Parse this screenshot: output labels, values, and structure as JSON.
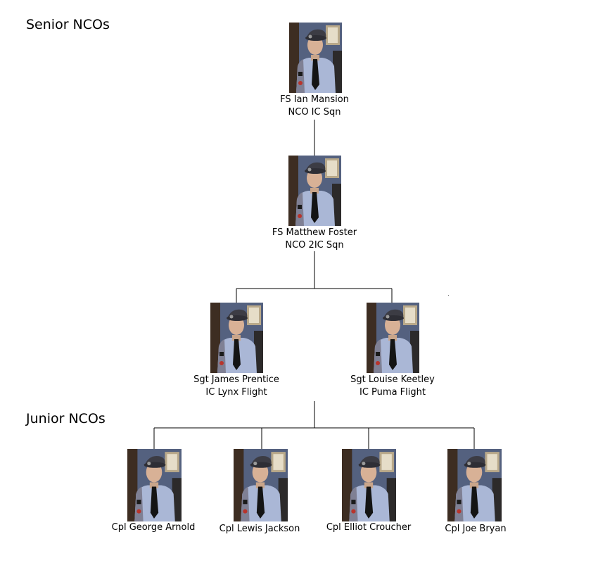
{
  "headings": {
    "senior": "Senior NCOs",
    "junior": "Junior NCOs"
  },
  "people": {
    "ian": {
      "name": "FS Ian Mansion",
      "role": "NCO IC Sqn"
    },
    "matthew": {
      "name": "FS Matthew Foster",
      "role": "NCO 2IC Sqn"
    },
    "james": {
      "name": "Sgt James Prentice",
      "role": "IC Lynx Flight"
    },
    "louise": {
      "name": "Sgt Louise Keetley",
      "role": "IC Puma Flight"
    },
    "george": {
      "name": "Cpl  George Arnold",
      "role": ""
    },
    "lewis": {
      "name": "Cpl Lewis Jackson",
      "role": ""
    },
    "elliot": {
      "name": "Cpl Elliot Croucher",
      "role": ""
    },
    "joe": {
      "name": "Cpl Joe Bryan",
      "role": ""
    }
  },
  "colors": {
    "line": "#000000",
    "shirt": "#a9b6d6",
    "beret": "#3c3c44",
    "tie": "#141414",
    "wall": "#4a5a8a",
    "skin": "#d8b196"
  }
}
